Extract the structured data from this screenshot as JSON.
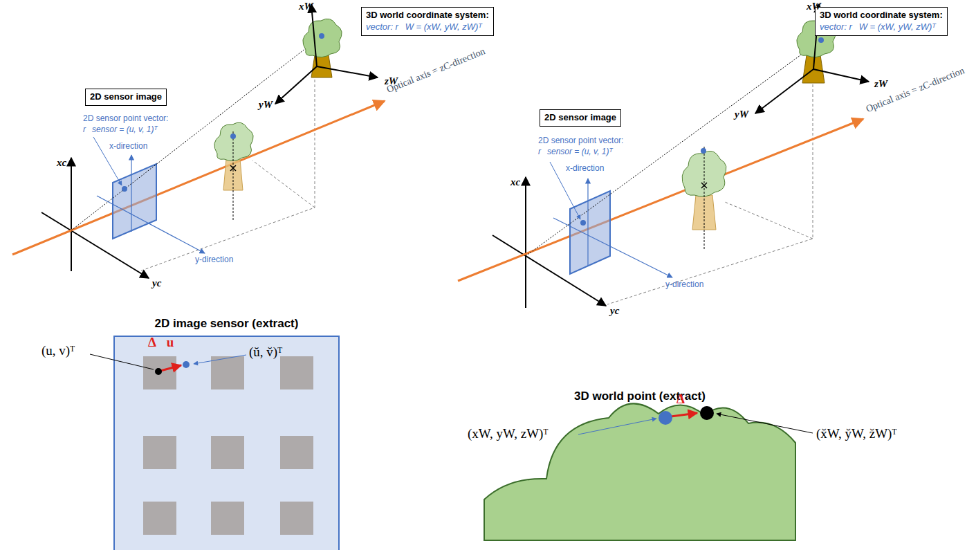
{
  "diagram": {
    "nodes": [
      {
        "text": [
          "3D world coordinate system:",
          "vector: r⃗W = (xW, yW, zW)ᵀ"
        ]
      },
      {
        "text": [
          "2D sensor image"
        ]
      },
      {
        "text": [
          "3D world coordinate system:",
          "vector: r⃗W = (xW, yW, zW)ᵀ"
        ]
      },
      {
        "text": [
          "2D sensor image"
        ]
      }
    ],
    "labels": [
      "xW",
      "yW",
      "zW",
      "xc",
      "yc",
      "2D sensor point vector:",
      "r⃗sensor = (u, v, 1)ᵀ",
      "x-direction",
      "y-direction",
      "Optical axis = zC-direction",
      "xW",
      "yW",
      "zW",
      "xc",
      "yc",
      "2D sensor point vector:",
      "r⃗sensor = (u, v, 1)ᵀ",
      "x-direction",
      "y-direction",
      "Optical axis = zC-direction",
      "2D image sensor (extract)",
      "(u, v)ᵀ",
      "Δ⃗u",
      "(ŭ, v̆)ᵀ",
      "3D world point (extract)",
      "(xW, yW, zW)ᵀ",
      "Δ⃗",
      "(x̆W, y̆W, z̆W)ᵀ"
    ]
  }
}
